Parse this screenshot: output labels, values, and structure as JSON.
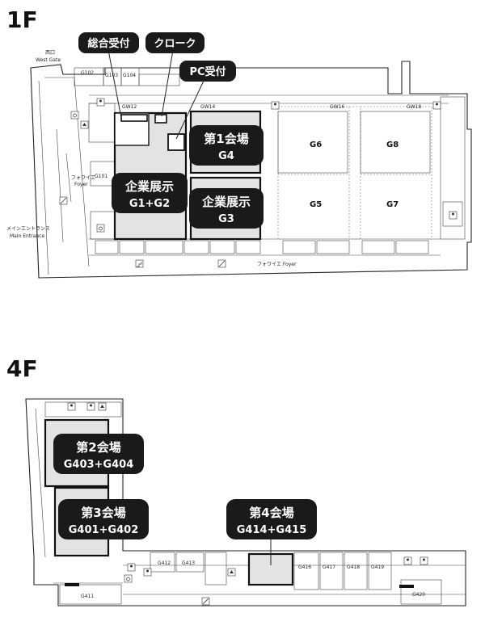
{
  "floors": [
    {
      "label": "1F",
      "gates": {
        "west_jp": "西口",
        "west_en": "West Gate",
        "main_jp": "メインエントランス",
        "main_en": "Main Entrance"
      },
      "foyer_left_jp": "フォワイエ",
      "foyer_left_en": "Foyer",
      "foyer_bottom": "フォワイエ Foyer",
      "rooms": [
        "G102",
        "G103",
        "G104",
        "G101",
        "GW12",
        "GW14",
        "GW16",
        "GW18",
        "G6",
        "G8",
        "G5",
        "G7"
      ],
      "callouts": {
        "reception": "総合受付",
        "cloak": "クローク",
        "pc": "PC受付",
        "hall1_line1": "第1会場",
        "hall1_line2": "G4",
        "expo_a_line1": "企業展示",
        "expo_a_line2": "G1+G2",
        "expo_b_line1": "企業展示",
        "expo_b_line2": "G3"
      }
    },
    {
      "label": "4F",
      "rooms": [
        "G412",
        "G413",
        "G416",
        "G417",
        "G418",
        "G419",
        "G411",
        "G420"
      ],
      "callouts": {
        "hall2_line1": "第2会場",
        "hall2_line2": "G403+G404",
        "hall3_line1": "第3会場",
        "hall3_line2": "G401+G402",
        "hall4_line1": "第4会場",
        "hall4_line2": "G414+G415"
      }
    }
  ],
  "icons": [
    "restroom-icon",
    "wheelchair-icon",
    "elevator-icon",
    "escalator-icon",
    "stairs-icon"
  ]
}
